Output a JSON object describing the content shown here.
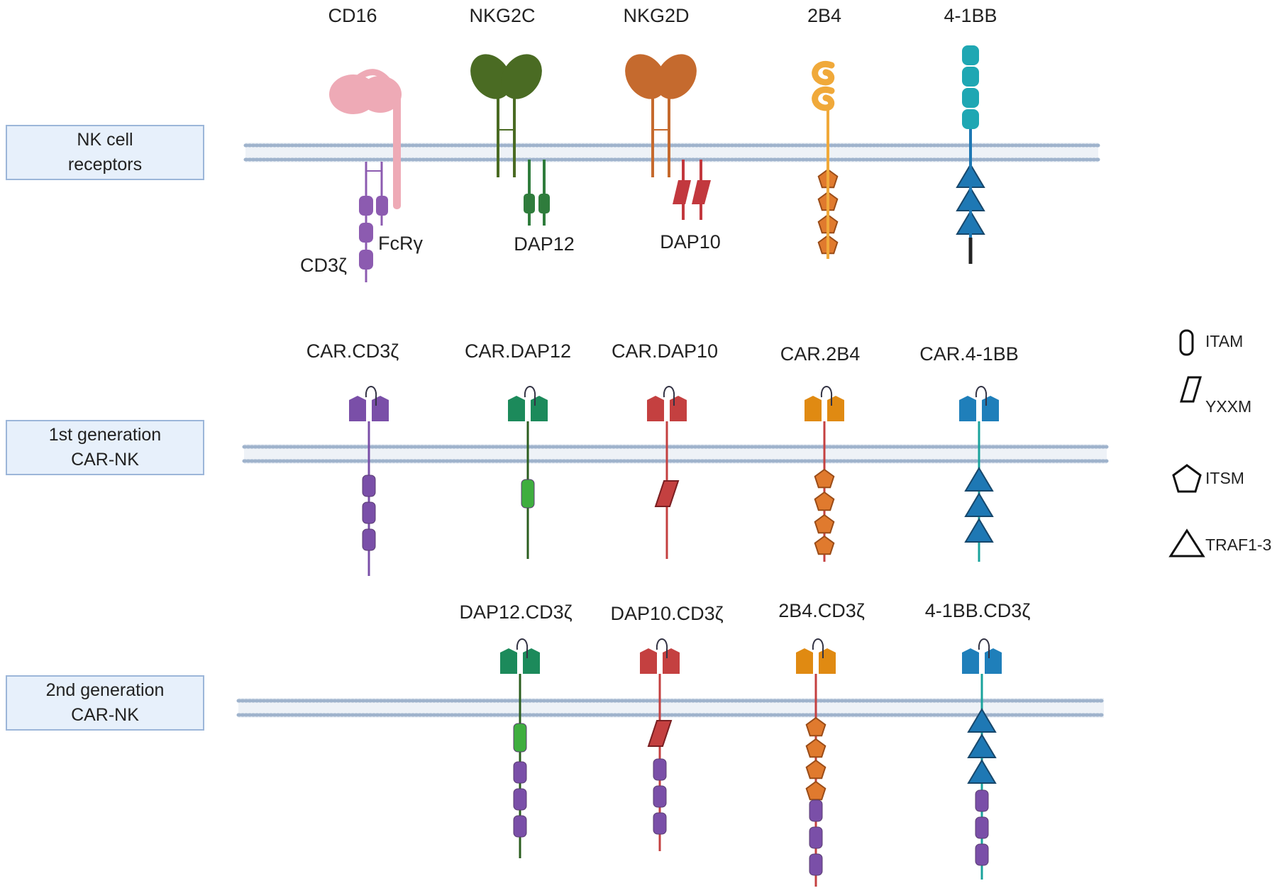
{
  "rows": [
    {
      "id": "nk",
      "label_lines": [
        "NK cell",
        "receptors"
      ],
      "receptors": [
        {
          "name": "CD16",
          "adaptor_labels": [
            "FcRγ",
            "CD3ζ"
          ]
        },
        {
          "name": "NKG2C",
          "adaptor_labels": [
            "DAP12"
          ]
        },
        {
          "name": "NKG2D",
          "adaptor_labels": [
            "DAP10"
          ]
        },
        {
          "name": "2B4",
          "adaptor_labels": []
        },
        {
          "name": "4-1BB",
          "adaptor_labels": []
        }
      ]
    },
    {
      "id": "gen1",
      "label_lines": [
        "1st generation",
        "CAR-NK"
      ],
      "constructs": [
        "CAR.CD3ζ",
        "CAR.DAP12",
        "CAR.DAP10",
        "CAR.2B4",
        "CAR.4-1BB"
      ]
    },
    {
      "id": "gen2",
      "label_lines": [
        "2nd generation",
        "CAR-NK"
      ],
      "constructs": [
        "DAP12.CD3ζ",
        "DAP10.CD3ζ",
        "2B4.CD3ζ",
        "4-1BB.CD3ζ"
      ]
    }
  ],
  "legend": [
    {
      "shape": "itam-icon",
      "label": "ITAM"
    },
    {
      "shape": "yxxm-icon",
      "label": "YXXM"
    },
    {
      "shape": "itsm-icon",
      "label": "ITSM"
    },
    {
      "shape": "traf-icon",
      "label": "TRAF1-3"
    }
  ],
  "colors": {
    "membrane": "#9fb3cc",
    "cd16": "#eeaab6",
    "cd3z": "#8c5bb0",
    "nkg2c": "#4a6b23",
    "dap12": "#2f7c3c",
    "dap12_itam": "#3fae3f",
    "nkg2d": "#c56a2e",
    "dap10": "#c2383e",
    "b2b4": "#f0a93a",
    "itsm": "#e07a2e",
    "b41bb": "#1fa7b3",
    "traf": "#1e78b4",
    "car_cd3z": "#7a4fa8",
    "car_dap12": "#1c8a5b",
    "car_dap10": "#c44040",
    "car_2b4": "#e08a12",
    "car_41bb": "#1f7fba"
  }
}
